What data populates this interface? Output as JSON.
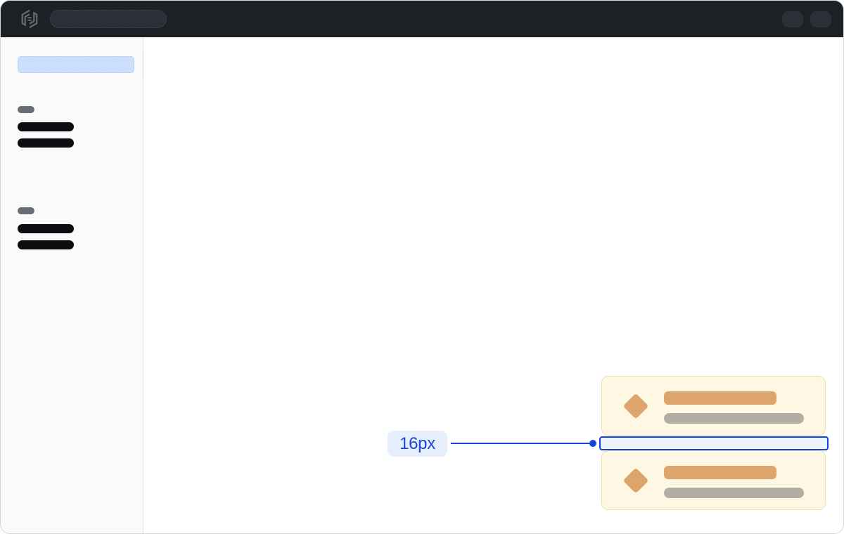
{
  "colors": {
    "topbar-bg": "#1d2125",
    "topbar-skeleton": "#2b3038",
    "topbar-skeleton-border": "#3e444d",
    "logo-color": "#656b73",
    "window-border": "#d5d6d9",
    "sidebar-bg": "#fafafa",
    "sidebar-border": "#e0e2e6",
    "active-skeleton": "#cbdefb",
    "active-skeleton-border": "#b2cdf9",
    "label-skeleton": "#696e76",
    "item-skeleton": "#0b0d10",
    "flap-border": "#d9dbe0",
    "flap-bg": "#fbfbfb",
    "toast-bg": "#fdf7e4",
    "toast-border": "#f1ddb0",
    "toast-accent": "#dda56c",
    "toast-muted": "#b3aea4",
    "annotation-blue": "#1545d8",
    "annotation-label-bg": "#e8effc",
    "annotation-highlight-fill": "#eef4fe"
  },
  "topbar": {
    "logo_icon": "hashicorp-logo",
    "search_skeleton": "search-placeholder",
    "action_placeholder_count": 2
  },
  "sidebar": {
    "active_item": "active-nav-placeholder",
    "groups": [
      {
        "label": "group-label-placeholder",
        "item_count": 2
      },
      {
        "label": "group-label-placeholder",
        "item_count": 2
      }
    ]
  },
  "toasts": {
    "icon": "diamond-icon",
    "count": 2,
    "rows_per_card": [
      "title-placeholder",
      "text-placeholder"
    ]
  },
  "annotation": {
    "label": "16px",
    "measured_property": "gap-between-toasts"
  }
}
